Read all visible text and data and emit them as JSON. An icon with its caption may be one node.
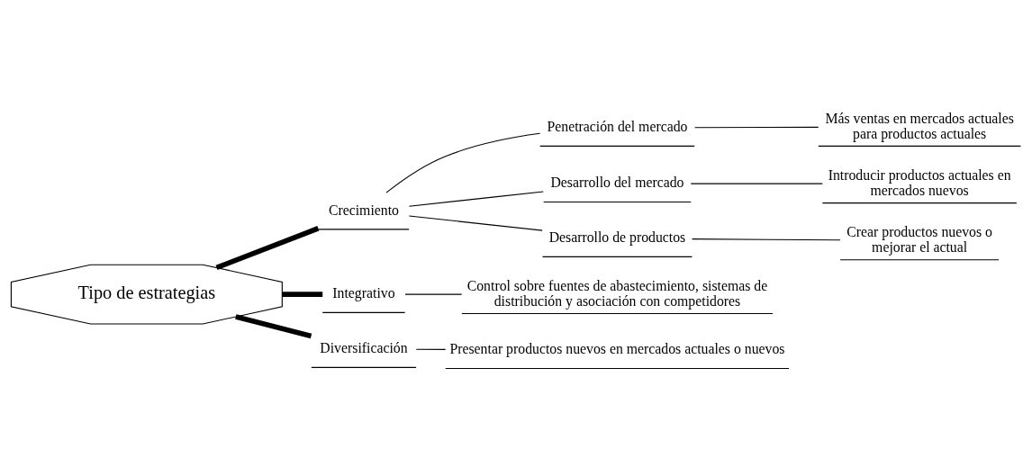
{
  "diagram": {
    "nodes": [
      {
        "text": [
          "Tipo de estrategias"
        ]
      },
      {
        "text": [
          "Crecimiento"
        ]
      },
      {
        "text": [
          "Penetración del mercado"
        ]
      },
      {
        "text": [
          "Más ventas en mercados actuales para productos actuales"
        ]
      },
      {
        "text": [
          "Desarrollo del mercado"
        ]
      },
      {
        "text": [
          "Introducir productos actuales en mercados nuevos"
        ]
      },
      {
        "text": [
          "Desarrollo de productos"
        ]
      },
      {
        "text": [
          "Crear productos nuevos o mejorar el actual"
        ]
      },
      {
        "text": [
          "Integrativo"
        ]
      },
      {
        "text": [
          "Control sobre fuentes de abastecimiento, sistemas de distribución y asociación con competidores"
        ]
      },
      {
        "text": [
          "Diversificación"
        ]
      },
      {
        "text": [
          "Presentar productos nuevos en mercados actuales o nuevos"
        ]
      }
    ],
    "edges": [
      {
        "from": 0,
        "to": 1,
        "arrow": "none",
        "style": "thick"
      },
      {
        "from": 1,
        "to": 2,
        "arrow": "none"
      },
      {
        "from": 2,
        "to": 3,
        "arrow": "none"
      },
      {
        "from": 1,
        "to": 4,
        "arrow": "none"
      },
      {
        "from": 4,
        "to": 5,
        "arrow": "none"
      },
      {
        "from": 1,
        "to": 6,
        "arrow": "none"
      },
      {
        "from": 6,
        "to": 7,
        "arrow": "none"
      },
      {
        "from": 0,
        "to": 8,
        "arrow": "none",
        "style": "thick"
      },
      {
        "from": 8,
        "to": 9,
        "arrow": "none"
      },
      {
        "from": 0,
        "to": 10,
        "arrow": "none",
        "style": "thick"
      },
      {
        "from": 10,
        "to": 11,
        "arrow": "none"
      }
    ]
  }
}
